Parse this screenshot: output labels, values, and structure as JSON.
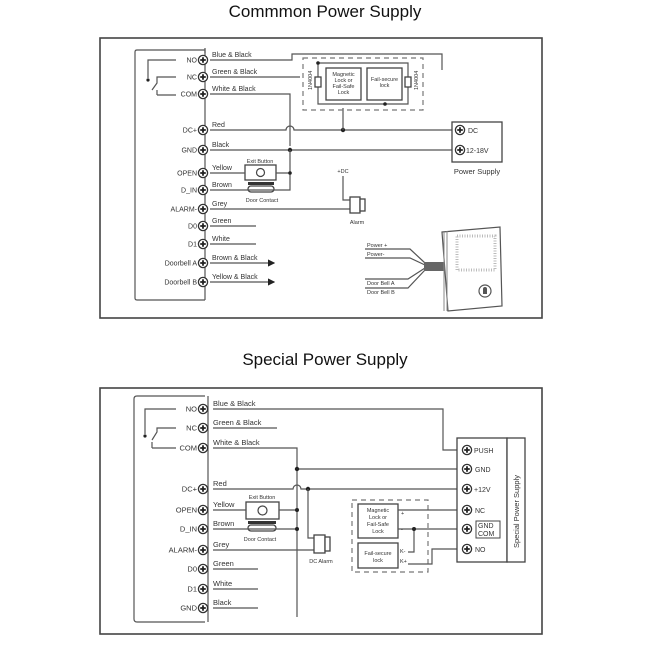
{
  "diagrams": [
    {
      "title": "Commmon Power Supply",
      "terminals": [
        {
          "pin": "NO",
          "wire": "Blue & Black"
        },
        {
          "pin": "NC",
          "wire": "Green & Black"
        },
        {
          "pin": "COM",
          "wire": "White & Black"
        },
        {
          "pin": "DC+",
          "wire": "Red"
        },
        {
          "pin": "GND",
          "wire": "Black"
        },
        {
          "pin": "OPEN",
          "wire": "Yellow"
        },
        {
          "pin": "D_IN",
          "wire": "Brown"
        },
        {
          "pin": "ALARM-",
          "wire": "Grey"
        },
        {
          "pin": "D0",
          "wire": "Green"
        },
        {
          "pin": "D1",
          "wire": "White"
        },
        {
          "pin": "Doorbell A",
          "wire": "Brown & Black"
        },
        {
          "pin": "Doorbell B",
          "wire": "Yellow & Black"
        }
      ],
      "exit_button": "Exit Button",
      "door_contact": "Door Contact",
      "lock_box": {
        "magnetic": [
          "Magnetic",
          "Lock or",
          "Fail-Safe",
          "Lock"
        ],
        "fail_secure": [
          "Fail-secure",
          "lock"
        ],
        "diode_left": "1N4004",
        "diode_right": "1N4004"
      },
      "power_supply": {
        "terminals": [
          "DC",
          "12-18V"
        ],
        "label": "Power Supply"
      },
      "alarm": {
        "supply": "+DC",
        "label": "Alarm"
      },
      "doorbell": {
        "wires": [
          "Power +",
          "Power-",
          "Door Bell  A",
          "Door Bell  B"
        ]
      }
    },
    {
      "title": "Special Power Supply",
      "terminals": [
        {
          "pin": "NO",
          "wire": "Blue & Black"
        },
        {
          "pin": "NC",
          "wire": "Green & Black"
        },
        {
          "pin": "COM",
          "wire": "White & Black"
        },
        {
          "pin": "DC+",
          "wire": "Red"
        },
        {
          "pin": "OPEN",
          "wire": "Yellow"
        },
        {
          "pin": "D_IN",
          "wire": "Brown"
        },
        {
          "pin": "ALARM-",
          "wire": "Grey"
        },
        {
          "pin": "D0",
          "wire": "Green"
        },
        {
          "pin": "D1",
          "wire": "White"
        },
        {
          "pin": "GND",
          "wire": "Black"
        }
      ],
      "exit_button": "Exit Button",
      "door_contact": "Door Contact",
      "alarm": {
        "label": "DC Alarm"
      },
      "lock_box": {
        "magnetic": [
          "Magnetic",
          "Lock or",
          "Fail-Safe",
          "Lock"
        ],
        "magnetic_pins": [
          "+",
          "-"
        ],
        "fail_secure": [
          "Fail-secure",
          "lock"
        ],
        "fail_secure_pins": [
          "K-",
          "K+"
        ]
      },
      "power_supply": {
        "terminals": [
          "PUSH",
          "GND",
          "+12V",
          "NC",
          "GND COM",
          "NO"
        ],
        "gnd_com_top": "GND",
        "gnd_com_bottom": "COM",
        "label": "Special Power Supply"
      }
    }
  ]
}
